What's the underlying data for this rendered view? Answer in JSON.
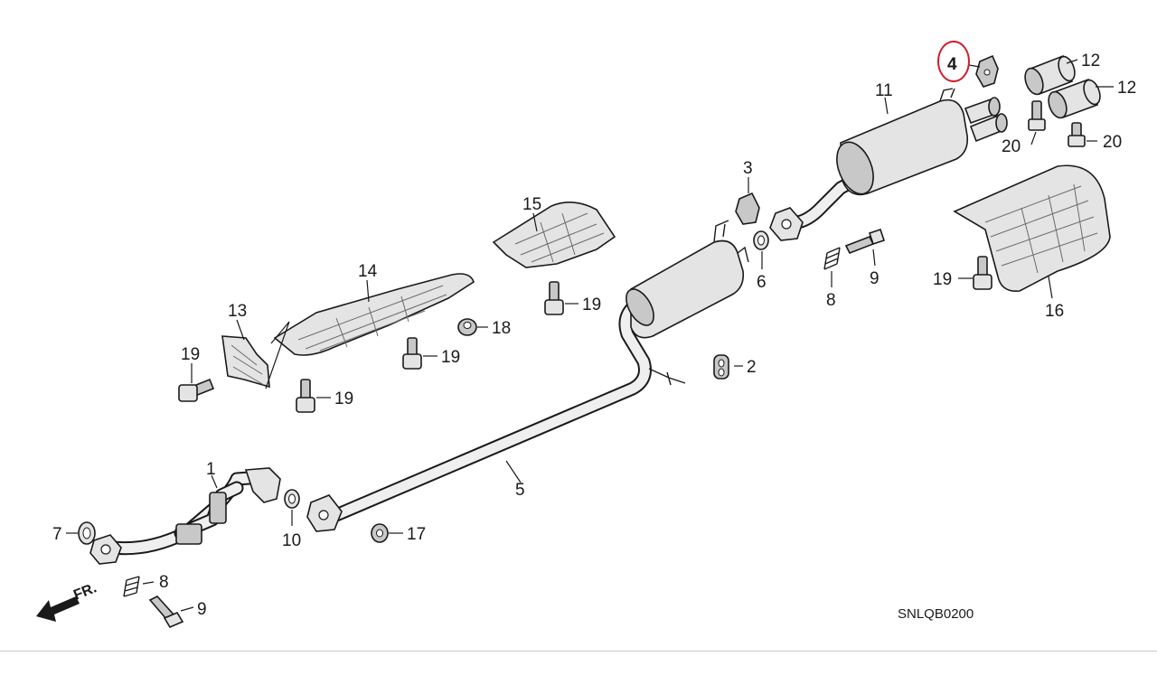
{
  "diagram": {
    "diagram_code": "SNLQB0200",
    "front_indicator": "FR.",
    "highlight_color": "#cc1f2d",
    "parts": [
      {
        "id": "p1",
        "label": "1"
      },
      {
        "id": "p2",
        "label": "2"
      },
      {
        "id": "p3",
        "label": "3"
      },
      {
        "id": "p4",
        "label": "4",
        "highlighted": true
      },
      {
        "id": "p5",
        "label": "5"
      },
      {
        "id": "p6",
        "label": "6"
      },
      {
        "id": "p7",
        "label": "7"
      },
      {
        "id": "p8a",
        "label": "8"
      },
      {
        "id": "p8b",
        "label": "8"
      },
      {
        "id": "p9a",
        "label": "9"
      },
      {
        "id": "p9b",
        "label": "9"
      },
      {
        "id": "p10",
        "label": "10"
      },
      {
        "id": "p11",
        "label": "11"
      },
      {
        "id": "p12a",
        "label": "12"
      },
      {
        "id": "p12b",
        "label": "12"
      },
      {
        "id": "p13",
        "label": "13"
      },
      {
        "id": "p14",
        "label": "14"
      },
      {
        "id": "p15",
        "label": "15"
      },
      {
        "id": "p16",
        "label": "16"
      },
      {
        "id": "p17",
        "label": "17"
      },
      {
        "id": "p18",
        "label": "18"
      },
      {
        "id": "p19a",
        "label": "19"
      },
      {
        "id": "p19b",
        "label": "19"
      },
      {
        "id": "p19c",
        "label": "19"
      },
      {
        "id": "p19d",
        "label": "19"
      },
      {
        "id": "p19e",
        "label": "19"
      },
      {
        "id": "p20a",
        "label": "20"
      },
      {
        "id": "p20b",
        "label": "20"
      }
    ]
  }
}
